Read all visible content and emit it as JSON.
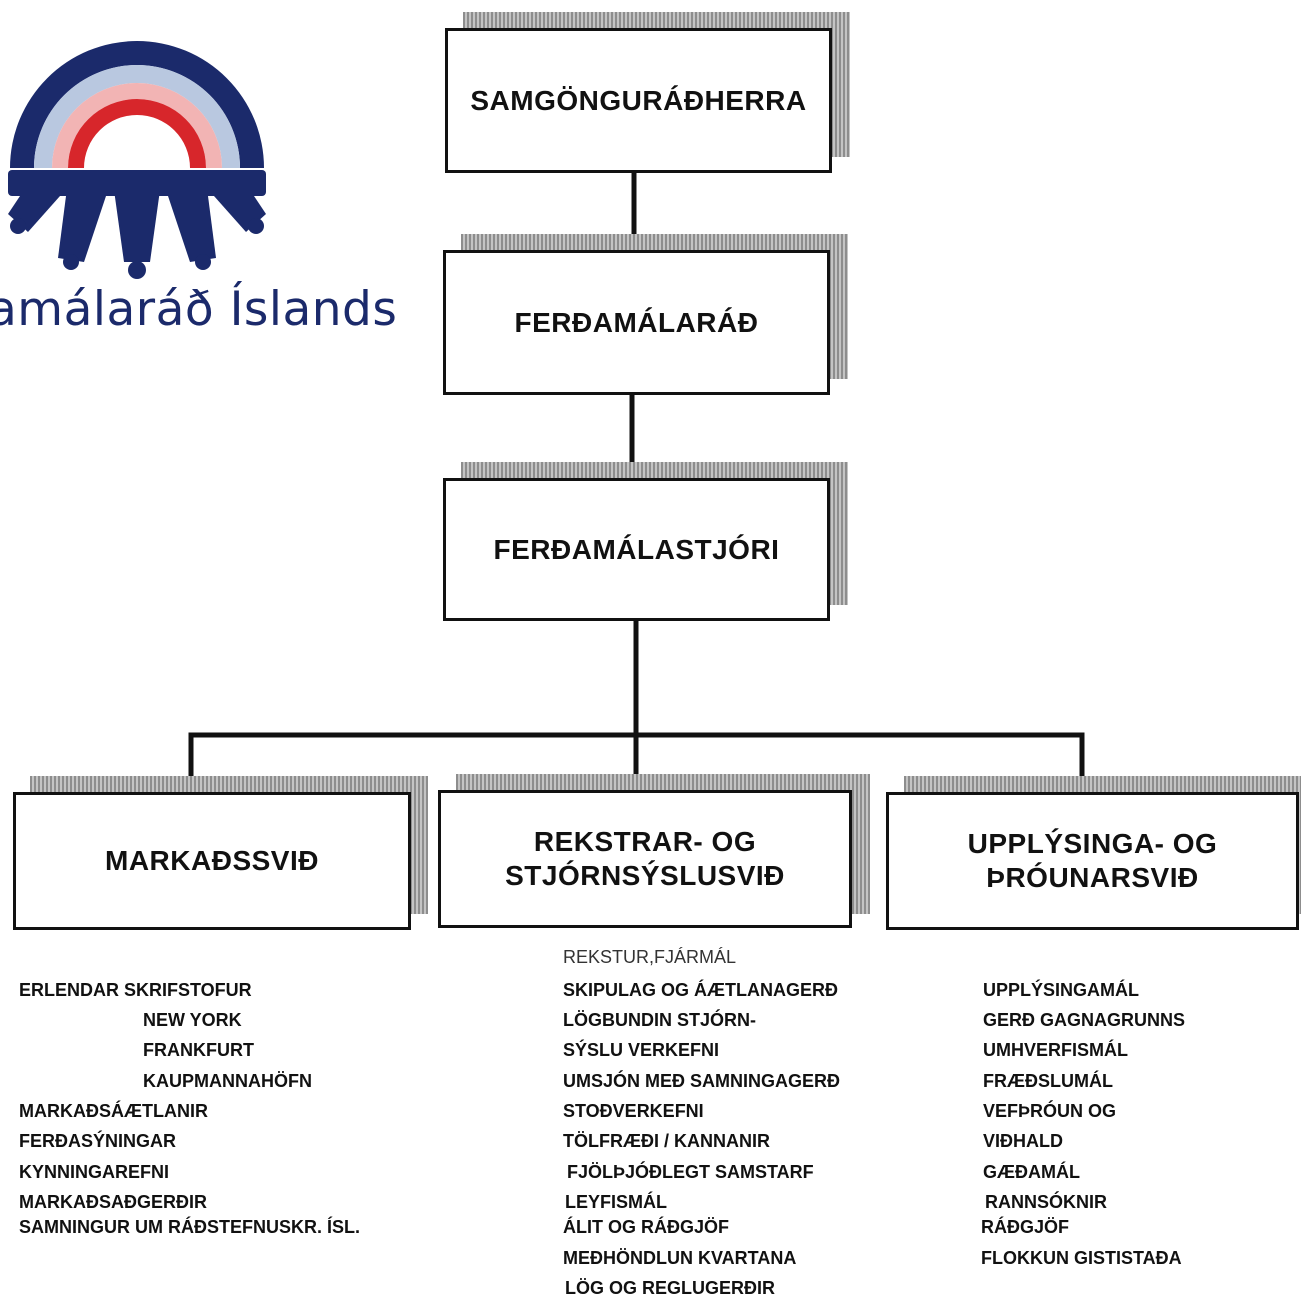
{
  "logo": {
    "text": "amálaráð Íslands",
    "colors": {
      "navy": "#1b2a6b",
      "red": "#d7262b",
      "pink": "#f2b4b4",
      "lightblue": "#b9c8e0"
    }
  },
  "boxes": {
    "minister": "SAMGÖNGURÁÐHERRA",
    "council": "FERÐAMÁLARÁÐ",
    "director": "FERÐAMÁLASTJÓRI"
  },
  "divisions": [
    {
      "line1": "MARKAÐSSVIÐ",
      "line2": ""
    },
    {
      "line1": "REKSTRAR- OG",
      "line2": "STJÓRNSÝSLUSVIÐ"
    },
    {
      "line1": "UPPLÝSINGA- OG",
      "line2": "ÞRÓUNARSVIÐ"
    }
  ],
  "lists": {
    "marketing": [
      "ERLENDAR SKRIFSTOFUR",
      "NEW YORK",
      "FRANKFURT",
      "KAUPMANNAHÖFN",
      "MARKAÐSÁÆTLANIR",
      "FERÐASÝNINGAR",
      "KYNNINGAREFNI",
      "MARKAÐSAÐGERÐIR",
      "SAMNINGUR UM RÁÐSTEFNUSKR.  ÍSL."
    ],
    "operations": [
      "REKSTUR,FJÁRMÁL",
      "SKIPULAG OG ÁÆTLANAGERÐ",
      "LÖGBUNDIN  STJÓRN-",
      "SÝSLU VERKEFNI",
      "UMSJÓN MEÐ SAMNINGAGERÐ",
      "STOÐVERKEFNI",
      "TÖLFRÆÐI / KANNANIR",
      "FJÖLÞJÓÐLEGT  SAMSTARF",
      "LEYFISMÁL",
      "ÁLIT OG RÁÐGJÖF",
      "MEÐHÖNDLUN KVARTANA",
      "LÖG OG REGLUGERÐIR"
    ],
    "development": [
      "UPPLÝSINGAMÁL",
      "GERÐ GAGNAGRUNNS",
      "UMHVERFISMÁL",
      "FRÆÐSLUMÁL",
      "VEFÞRÓUN OG",
      "VIÐHALD",
      "GÆÐAMÁL",
      "RANNSÓKNIR",
      "RÁÐGJÖF",
      "FLOKKUN GISTISTAÐA"
    ]
  }
}
